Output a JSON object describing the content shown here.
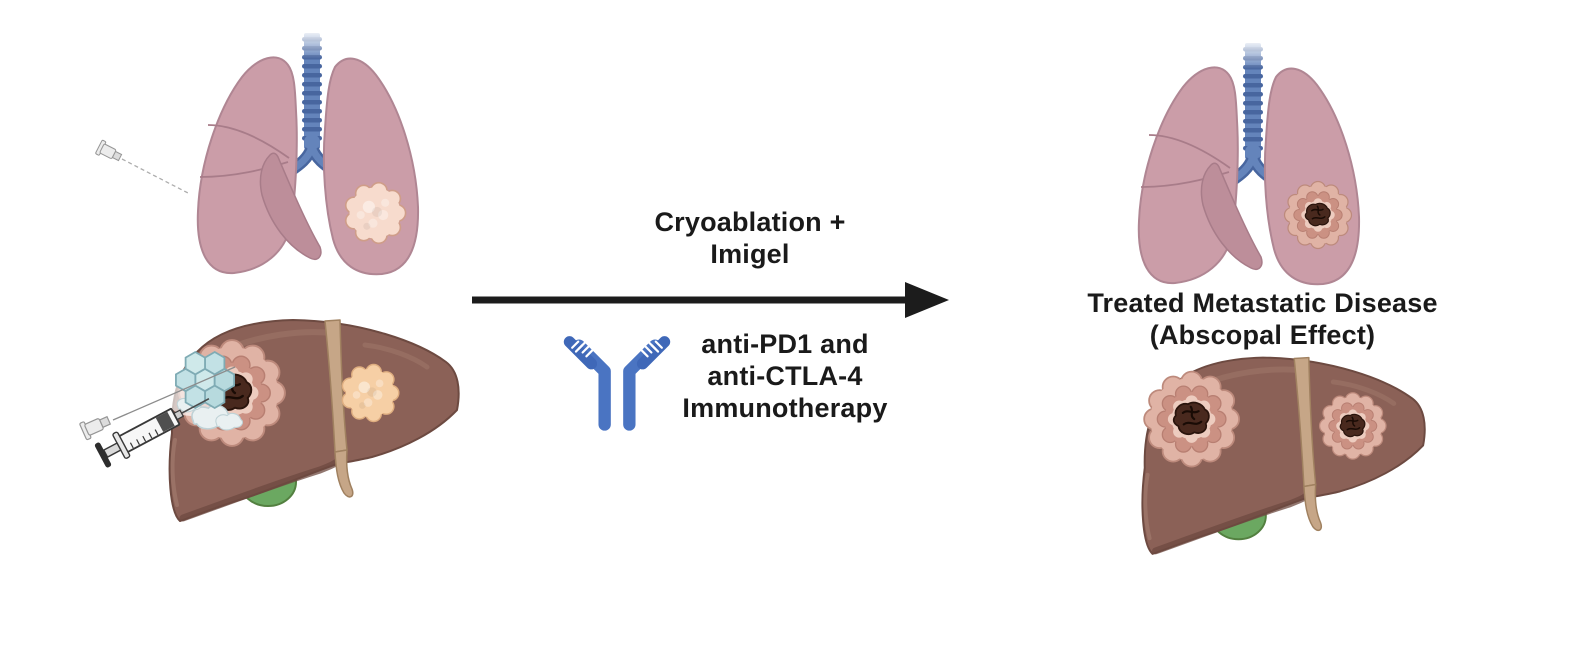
{
  "figure": {
    "treatment": {
      "primary": {
        "line1": "Cryoablation +",
        "line2": "Imigel"
      },
      "secondary": {
        "line1": "anti-PD1 and",
        "line2": "anti-CTLA-4",
        "line3": "Immunotherapy"
      }
    },
    "outcome": {
      "line1": "Treated Metastatic Disease",
      "line2": "(Abscopal Effect)"
    },
    "illustrations": {
      "left_lungs": "lungs-with-untreated-metastasis",
      "left_liver": "liver-with-cryoablated-tumor-imigel-and-untreated-metastasis",
      "right_lungs": "lungs-with-treated-necrotic-metastasis",
      "right_liver": "liver-with-treated-necrotic-tumors",
      "antibody": "antibody-icon",
      "arrow": "right-arrow-icon",
      "syringe": "syringe-icon",
      "cryoprobe": "cryoprobe-needle-icon",
      "lung_probe": "biopsy-needle-icon",
      "gel": "imigel-hexagonal-gel-icon",
      "ice": "ice-crystal-icon",
      "gallbladder": "gallbladder",
      "trachea": "trachea"
    },
    "colors": {
      "lung_pink": "#cb9da8",
      "lung_outline": "#b08693",
      "lung_flap": "#bd8e9a",
      "trachea_blue": "#6484bb",
      "trachea_ring": "#48669f",
      "liver_brown": "#8b6157",
      "liver_outline": "#6d4a41",
      "ligament_tan": "#c6a687",
      "gallbladder_green": "#6ba861",
      "tumor_untreated_lung": "#f7dbcd",
      "tumor_untreated_liver": "#f6cfa5",
      "tumor_necrotic_rim": "#e0b3a5",
      "tumor_necrotic_mid": "#cb9183",
      "tumor_necrotic_core": "#49291e",
      "gel_blue": "#c7e2e6",
      "ice_white": "#e9f0f1",
      "antibody_blue": "#4a74c2",
      "arrow_black": "#1c1c1c",
      "text_black": "#1a1a1a"
    }
  }
}
